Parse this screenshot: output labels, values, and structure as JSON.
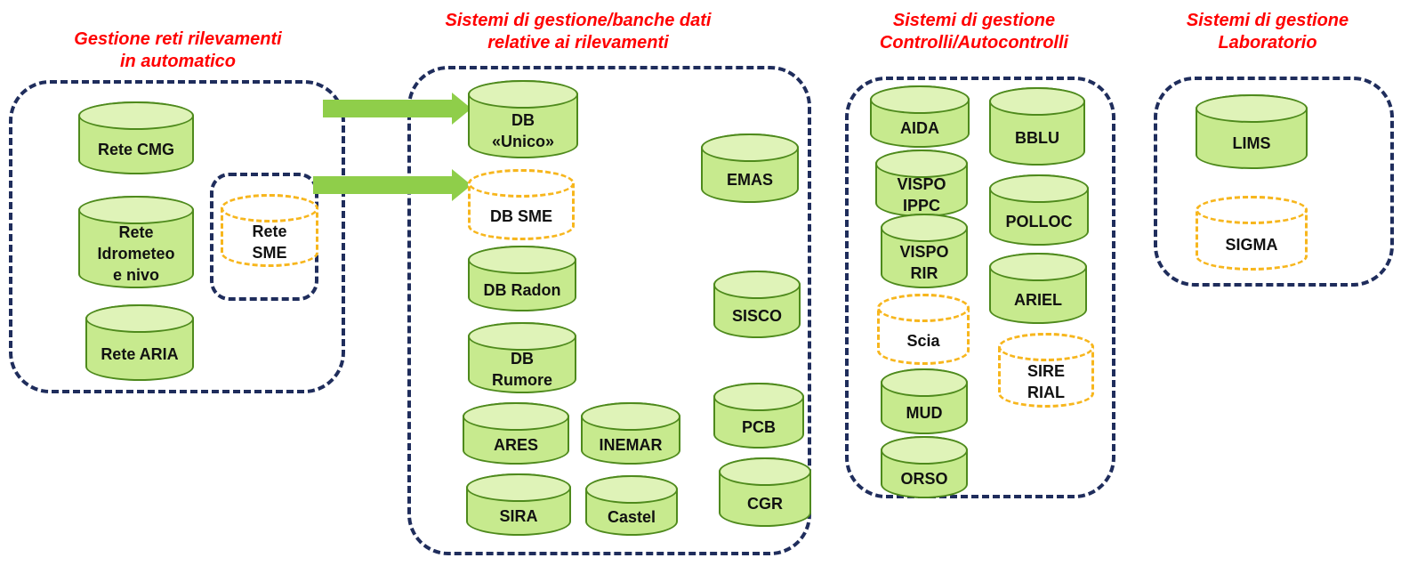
{
  "colors": {
    "title": "#ff0000",
    "frame": "#1f2d5c",
    "db_fill": "#c7ea8e",
    "db_border": "#4e8a1c",
    "planned_border": "#f7b61d",
    "arrow": "#8fce4a"
  },
  "groups": [
    {
      "title": "Gestione reti  rilevamenti\nin automatico",
      "items": [
        {
          "label": "Rete CMG",
          "style": "solid"
        },
        {
          "label": "Rete\nIdrometeo\ne nivo",
          "style": "solid"
        },
        {
          "label": "Rete ARIA",
          "style": "solid"
        },
        {
          "label": "Rete\nSME",
          "style": "planned"
        }
      ]
    },
    {
      "title": "Sistemi di gestione/banche dati\nrelative ai rilevamenti",
      "items": [
        {
          "label": "DB\n«Unico»",
          "style": "solid"
        },
        {
          "label": "DB SME",
          "style": "planned"
        },
        {
          "label": "DB Radon",
          "style": "solid"
        },
        {
          "label": "DB\nRumore",
          "style": "solid"
        },
        {
          "label": "ARES",
          "style": "solid"
        },
        {
          "label": "INEMAR",
          "style": "solid"
        },
        {
          "label": "SIRA",
          "style": "solid"
        },
        {
          "label": "Castel",
          "style": "solid"
        },
        {
          "label": "EMAS",
          "style": "solid"
        },
        {
          "label": "SISCO",
          "style": "solid"
        },
        {
          "label": "PCB",
          "style": "solid"
        },
        {
          "label": "CGR",
          "style": "solid"
        }
      ]
    },
    {
      "title": "Sistemi di gestione\nControlli/Autocontrolli",
      "items": [
        {
          "label": "AIDA",
          "style": "solid"
        },
        {
          "label": "VISPO\nIPPC",
          "style": "solid"
        },
        {
          "label": "VISPO\nRIR",
          "style": "solid"
        },
        {
          "label": "Scia",
          "style": "planned"
        },
        {
          "label": "MUD",
          "style": "solid"
        },
        {
          "label": "ORSO",
          "style": "solid"
        },
        {
          "label": "BBLU",
          "style": "solid"
        },
        {
          "label": "POLLOC",
          "style": "solid"
        },
        {
          "label": "ARIEL",
          "style": "solid"
        },
        {
          "label": "SIRE\nRIAL",
          "style": "planned"
        }
      ]
    },
    {
      "title": "Sistemi di gestione\nLaboratorio",
      "items": [
        {
          "label": "LIMS",
          "style": "solid"
        },
        {
          "label": "SIGMA",
          "style": "planned"
        }
      ]
    }
  ],
  "links": [
    {
      "from": "Rete CMG",
      "to": "DB\n«Unico»"
    },
    {
      "from": "Rete\nSME",
      "to": "DB SME"
    }
  ]
}
